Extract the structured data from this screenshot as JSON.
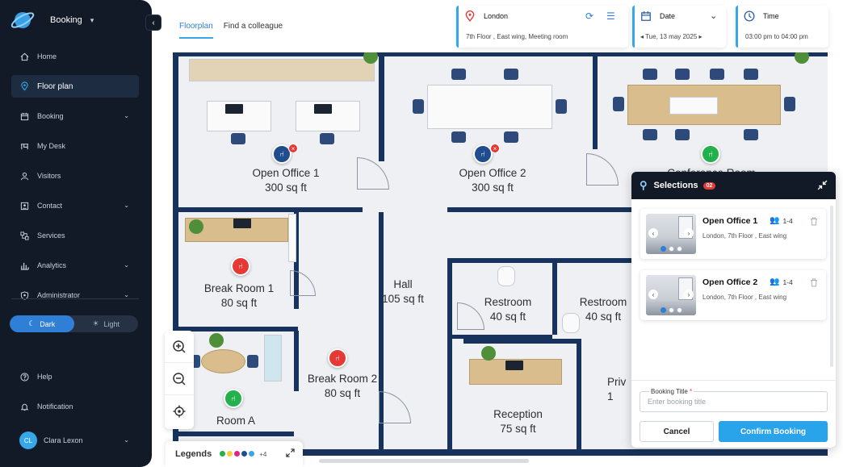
{
  "sidebar": {
    "brand": "Booking",
    "items": [
      {
        "label": "Home",
        "icon": "home-icon"
      },
      {
        "label": "Floor plan",
        "icon": "location-pin-icon",
        "active": true
      },
      {
        "label": "Booking",
        "icon": "calendar-icon",
        "expandable": true
      },
      {
        "label": "My Desk",
        "icon": "desk-icon"
      },
      {
        "label": "Visitors",
        "icon": "person-icon"
      },
      {
        "label": "Contact",
        "icon": "contact-card-icon",
        "expandable": true
      },
      {
        "label": "Services",
        "icon": "services-icon"
      },
      {
        "label": "Analytics",
        "icon": "bar-chart-icon",
        "expandable": true
      },
      {
        "label": "Administrator",
        "icon": "shield-icon",
        "expandable": true
      }
    ],
    "theme": {
      "dark": "Dark",
      "light": "Light",
      "selected": "Dark"
    },
    "help": "Help",
    "notification": "Notification",
    "user": {
      "initials": "CL",
      "name": "Clara Lexon"
    }
  },
  "tabs": [
    "Floorplan",
    "Find a colleague"
  ],
  "filters": {
    "location": {
      "title": "London",
      "detail": "7th Floor , East wing, Meeting room"
    },
    "date": {
      "title": "Date",
      "value": "Tue, 13 may 2025"
    },
    "time": {
      "title": "Time",
      "value": "03:00 pm to 04:00 pm"
    }
  },
  "rooms": [
    {
      "name": "Open Office 1",
      "size": "300 sq ft",
      "status": "booked"
    },
    {
      "name": "Open Office 2",
      "size": "300 sq ft",
      "status": "booked"
    },
    {
      "name": "Conference Room",
      "size": "",
      "status": "available"
    },
    {
      "name": "Break Room 1",
      "size": "80 sq ft",
      "status": "unavailable"
    },
    {
      "name": "Hall",
      "size": "105 sq ft",
      "status": ""
    },
    {
      "name": "Restroom",
      "size": "40 sq ft",
      "status": ""
    },
    {
      "name": "Restroom",
      "size": "40 sq ft",
      "status": ""
    },
    {
      "name": "Break Room 2",
      "size": "80 sq ft",
      "status": "unavailable"
    },
    {
      "name": "Room A",
      "size": "",
      "status": "available"
    },
    {
      "name": "Reception",
      "size": "75 sq ft",
      "status": ""
    },
    {
      "name": "Priv",
      "size": "1",
      "status": ""
    }
  ],
  "colors": {
    "booked": "#1f4d8e",
    "unavailable": "#e53935",
    "available": "#23b14d",
    "accent": "#29a3ea",
    "sidebar": "#111a26"
  },
  "legends": {
    "title": "Legends",
    "colors": [
      "#23b14d",
      "#f4d03f",
      "#e91e8c",
      "#1f4d8e",
      "#36a7e9"
    ],
    "more": "+4"
  },
  "selections": {
    "title": "Selections",
    "count": "02",
    "items": [
      {
        "name": "Open Office 1",
        "capacity": "1-4",
        "location": "London, 7th Floor , East wing"
      },
      {
        "name": "Open Office 2",
        "capacity": "1-4",
        "location": "London, 7th Floor , East wing"
      }
    ],
    "booking_title_label": "Booking Title",
    "booking_title_placeholder": "Enter booking title",
    "cancel": "Cancel",
    "confirm": "Confirm Booking"
  }
}
